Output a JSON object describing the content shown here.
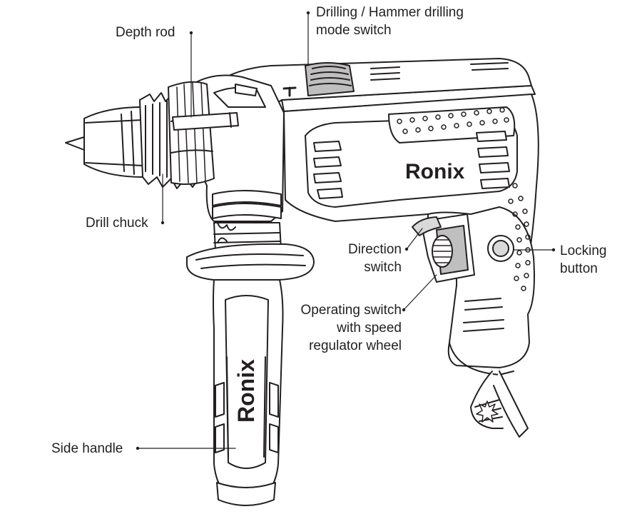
{
  "brand": "Ronix",
  "labels": {
    "drilling_mode_switch": [
      "Drilling / Hammer drilling",
      "mode switch"
    ],
    "depth_rod": "Depth rod",
    "drill_chuck": "Drill chuck",
    "direction_switch": [
      "Direction",
      "switch"
    ],
    "locking_button": [
      "Locking",
      "button"
    ],
    "operating_switch": [
      "Operating switch",
      "with speed",
      "regulator wheel"
    ],
    "side_handle": "Side handle"
  },
  "colors": {
    "ink": "#231f20",
    "body_fill": "#ffffff",
    "shade": "#d9d9d9",
    "mid_shade": "#bfbfbf"
  }
}
